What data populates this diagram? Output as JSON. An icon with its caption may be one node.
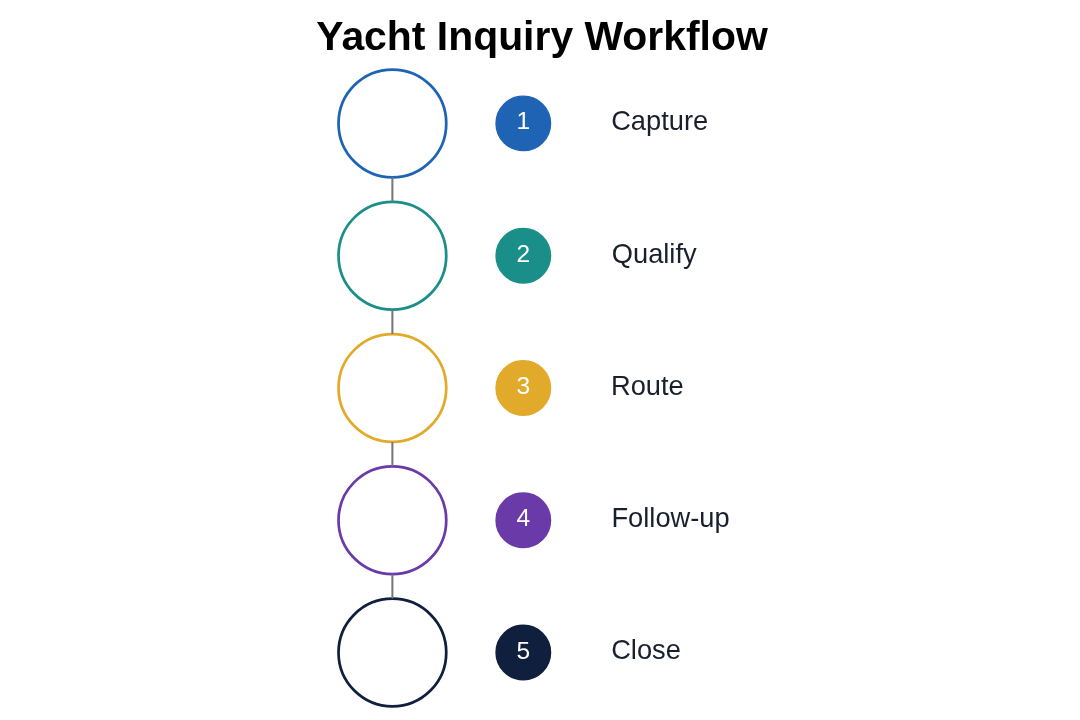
{
  "diagram": {
    "title": "Yacht Inquiry Workflow",
    "nodes": [
      {
        "text": [],
        "shape": "circle"
      },
      {
        "text": [
          "1"
        ],
        "beside": [
          "Capture"
        ]
      },
      {
        "text": [],
        "shape": "circle"
      },
      {
        "text": [
          "2"
        ],
        "beside": [
          "Qualify"
        ]
      },
      {
        "text": [],
        "shape": "circle"
      },
      {
        "text": [
          "3"
        ],
        "beside": [
          "Route"
        ]
      },
      {
        "text": [],
        "shape": "circle"
      },
      {
        "text": [
          "4"
        ],
        "beside": [
          "Follow-up"
        ]
      },
      {
        "text": [],
        "shape": "circle"
      },
      {
        "text": [
          "5"
        ],
        "beside": [
          "Close"
        ]
      }
    ],
    "edges": [
      {
        "from": 0,
        "to": 2,
        "arrow": "none"
      },
      {
        "from": 2,
        "to": 4,
        "arrow": "none"
      },
      {
        "from": 4,
        "to": 6,
        "arrow": "none"
      },
      {
        "from": 6,
        "to": 8,
        "arrow": "none"
      }
    ]
  }
}
